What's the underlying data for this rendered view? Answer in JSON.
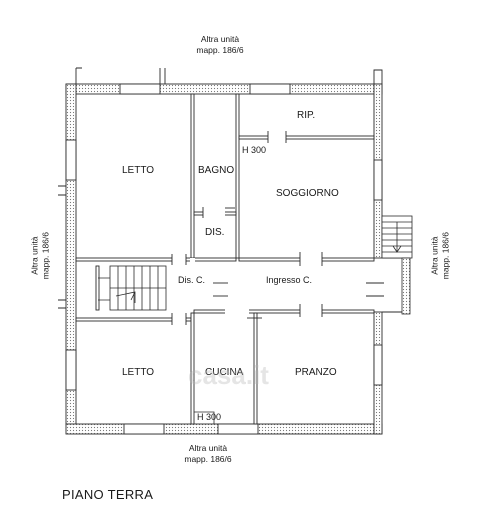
{
  "floor_label": "PIANO TERRA",
  "adjacent_unit": {
    "top": "Altra unità\nmapp. 186/6",
    "bottom": "Altra unità\nmapp. 186/6",
    "left": "Altra unità\nmapp. 186/6",
    "right": "Altra unità\nmapp. 186/6"
  },
  "rooms": {
    "letto_top": "LETTO",
    "bagno": "BAGNO",
    "dis": "DIS.",
    "rip": "RIP.",
    "soggiorno": "SOGGIORNO",
    "dis_c": "Dis. C.",
    "ingresso": "Ingresso C.",
    "letto_bottom": "LETTO",
    "cucina": "CUCINA",
    "pranzo": "PRANZO"
  },
  "heights": {
    "top_right": "H 300",
    "bottom": "H 300"
  },
  "watermark": "casa.it",
  "colors": {
    "wall": "#2b2b2b",
    "hatch": "#6a6a6a",
    "text": "#1a1a1a"
  }
}
